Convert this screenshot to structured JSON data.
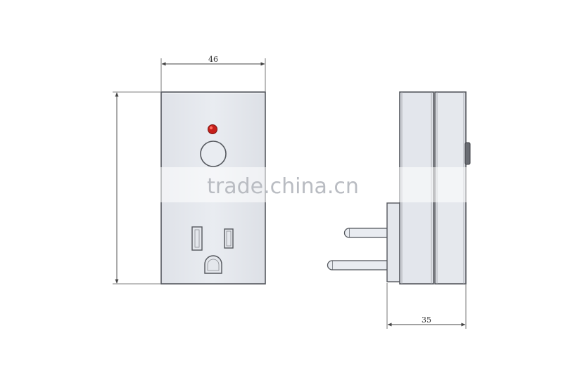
{
  "dimensions": {
    "front_width": "46",
    "side_depth": "35"
  },
  "watermark": {
    "text": "trade.china.cn"
  },
  "colors": {
    "body_face": "#e3e6ec",
    "body_edge": "#55585e",
    "indicator_led": "#d8201c",
    "dimension_line": "#444444",
    "watermark": "#b9bcc2"
  },
  "icons": {
    "indicator": "red-led-dot",
    "button": "round-push-button",
    "outlet": "nema-5-15-outlet"
  }
}
